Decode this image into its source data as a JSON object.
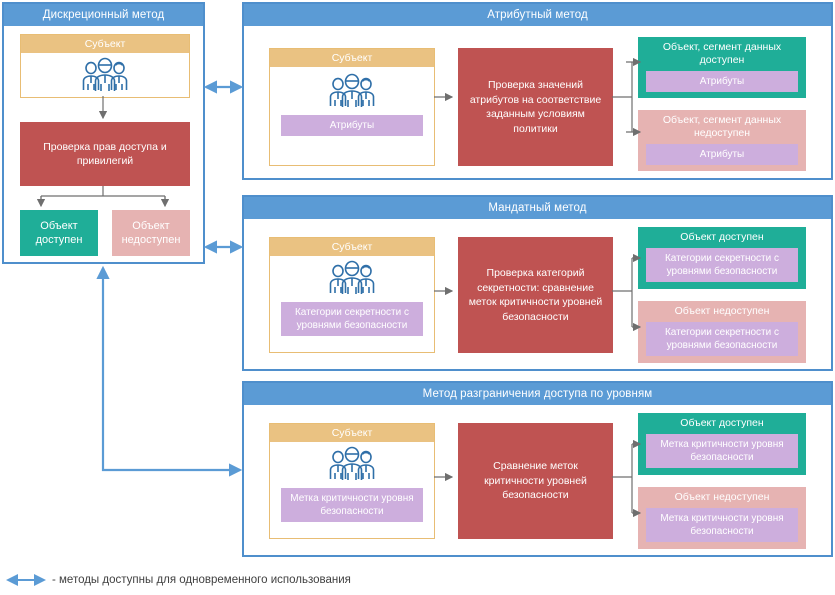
{
  "legend": {
    "text": "- методы доступны для одновременного использования",
    "arrow_color": "#5b9bd5"
  },
  "colors": {
    "panel_border": "#4f8fcc",
    "panel_header": "#5b9bd5",
    "subject_header": "#eac282",
    "subject_border": "#e8bd74",
    "process": "#bf5352",
    "allow": "#1fae98",
    "deny": "#e6b3b2",
    "tag": "#cdaedd",
    "connector": "#5b9bd5",
    "inner_connector": "#6f6f6f"
  },
  "panels": [
    {
      "id": "discretionary",
      "title": "Дискреционный метод",
      "subject": {
        "title": "Субъект",
        "icon": "people-icon",
        "tag": null
      },
      "process": "Проверка прав доступа и привилегий",
      "results": [
        {
          "kind": "allow",
          "title": "Объект доступен",
          "tag": null
        },
        {
          "kind": "deny",
          "title": "Объект недоступен",
          "tag": null
        }
      ]
    },
    {
      "id": "attribute",
      "title": "Атрибутный метод",
      "subject": {
        "title": "Субъект",
        "icon": "people-icon",
        "tag": "Атрибуты"
      },
      "process": "Проверка значений атрибутов на соответствие заданным условиям политики",
      "results": [
        {
          "kind": "allow",
          "title": "Объект, сегмент данных доступен",
          "tag": "Атрибуты"
        },
        {
          "kind": "deny",
          "title": "Объект, сегмент данных недоступен",
          "tag": "Атрибуты"
        }
      ]
    },
    {
      "id": "mandatory",
      "title": "Мандатный метод",
      "subject": {
        "title": "Субъект",
        "icon": "people-icon",
        "tag": "Категории секретности с уровнями безопасности"
      },
      "process": "Проверка категорий секретности: сравнение меток критичности уровней безопасности",
      "results": [
        {
          "kind": "allow",
          "title": "Объект доступен",
          "tag": "Категории секретности с уровнями безопасности"
        },
        {
          "kind": "deny",
          "title": "Объект недоступен",
          "tag": "Категории секретности с уровнями безопасности"
        }
      ]
    },
    {
      "id": "levels",
      "title": "Метод разграничения доступа по уровням",
      "subject": {
        "title": "Субъект",
        "icon": "people-icon",
        "tag": "Метка критичности уровня безопасности"
      },
      "process": "Сравнение меток критичности уровней безопасности",
      "results": [
        {
          "kind": "allow",
          "title": "Объект доступен",
          "tag": "Метка критичности уровня безопасности"
        },
        {
          "kind": "deny",
          "title": "Объект недоступен",
          "tag": "Метка критичности уровня безопасности"
        }
      ]
    }
  ]
}
